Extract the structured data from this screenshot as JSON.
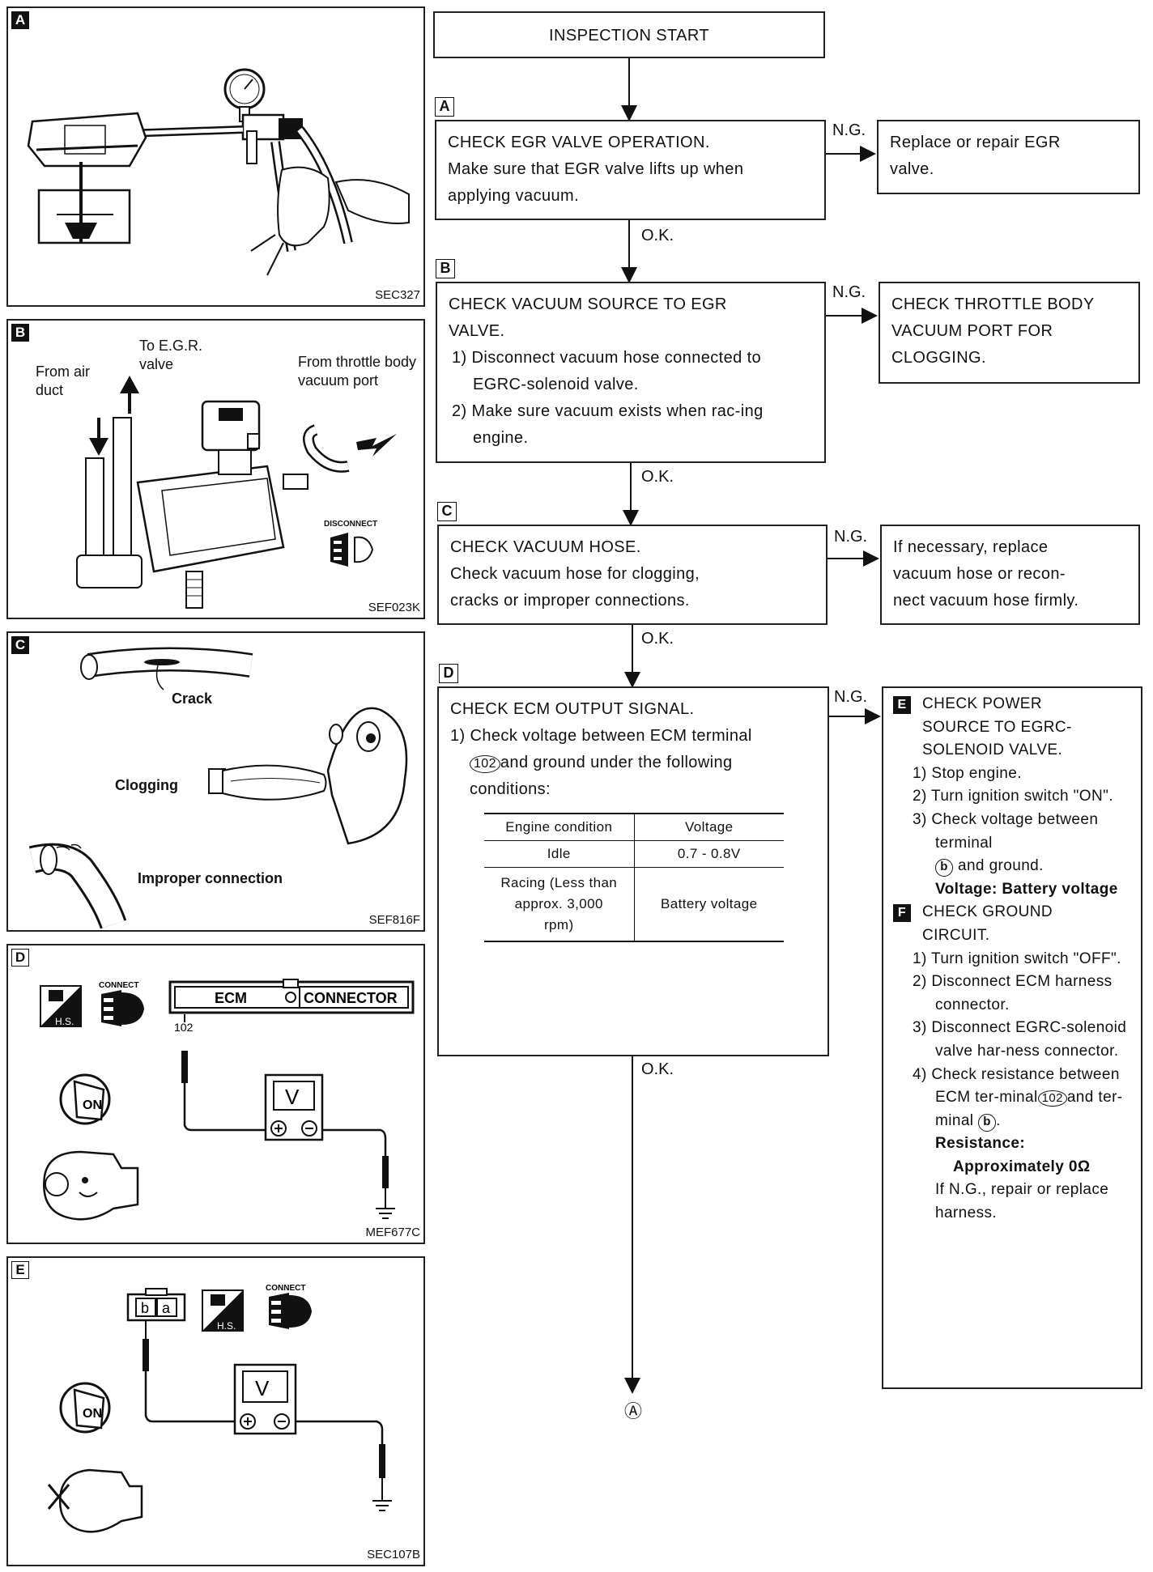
{
  "start": "INSPECTION START",
  "labels": {
    "ng": "N.G.",
    "ok": "O.K.",
    "connector_a": "Ⓐ"
  },
  "steps": {
    "A": {
      "tag": "A",
      "text": [
        "CHECK EGR VALVE OPERATION.",
        "Make sure that EGR valve lifts up when",
        "applying vacuum."
      ],
      "ng_text": [
        "Replace or repair EGR",
        "valve."
      ]
    },
    "B": {
      "tag": "B",
      "text": [
        "CHECK VACUUM SOURCE TO EGR",
        "VALVE."
      ],
      "items": [
        "1) Disconnect vacuum hose connected to EGRC-solenoid valve.",
        "2) Make sure vacuum exists when rac-ing engine."
      ],
      "ng_text": [
        "CHECK THROTTLE BODY",
        "VACUUM PORT FOR",
        "CLOGGING."
      ]
    },
    "C": {
      "tag": "C",
      "text": [
        "CHECK VACUUM HOSE.",
        "Check vacuum hose for clogging,",
        "cracks or improper connections."
      ],
      "ng_text": [
        "If necessary, replace",
        "vacuum hose or recon-",
        "nect vacuum hose firmly."
      ]
    },
    "D": {
      "tag": "D",
      "text": [
        "CHECK ECM OUTPUT SIGNAL."
      ],
      "item1": "1) Check voltage between ECM terminal",
      "term": "102",
      "item1b": "and ground under the following",
      "item1c": "conditions:",
      "table": {
        "headers": [
          "Engine condition",
          "Voltage"
        ],
        "rows": [
          [
            "Idle",
            "0.7 - 0.8V"
          ],
          [
            "Racing (Less than approx. 3,000 rpm)",
            "Battery voltage"
          ]
        ]
      }
    },
    "E": {
      "tag": "E",
      "title": [
        "CHECK POWER",
        "SOURCE TO EGRC-",
        "SOLENOID VALVE."
      ],
      "items": [
        "1) Stop engine.",
        "2) Turn ignition switch \"ON\".",
        "3) Check voltage between terminal"
      ],
      "term": "b",
      "after_term": "and ground.",
      "spec": "Voltage: Battery voltage"
    },
    "F": {
      "tag": "F",
      "title": [
        "CHECK GROUND",
        "CIRCUIT."
      ],
      "items": [
        "1) Turn ignition switch \"OFF\".",
        "2) Disconnect ECM harness connector.",
        "3) Disconnect EGRC-solenoid valve har-ness connector.",
        "4) Check resistance between ECM ter-minal"
      ],
      "term1": "102",
      "mid": "and ter-minal",
      "term2": "b",
      "spec_title": "Resistance:",
      "spec_value": "Approximately 0Ω",
      "final": "If N.G., repair or replace harness."
    }
  },
  "figures": {
    "A": {
      "tag": "A",
      "code": "SEC327"
    },
    "B": {
      "tag": "B",
      "code": "SEF023K",
      "labels": [
        "To E.G.R. valve",
        "From air duct",
        "From throttle body vacuum port",
        "DISCONNECT"
      ]
    },
    "C": {
      "tag": "C",
      "code": "SEF816F",
      "labels": [
        "Crack",
        "Clogging",
        "Improper connection"
      ]
    },
    "D": {
      "tag": "D",
      "code": "MEF677C",
      "labels": [
        "CONNECT",
        "ECM",
        "CONNECTOR",
        "102",
        "V",
        "ON",
        "H.S."
      ]
    },
    "E": {
      "tag": "E",
      "code": "SEC107B",
      "labels": [
        "CONNECT",
        "b",
        "a",
        "V",
        "ON",
        "H.S."
      ]
    }
  }
}
